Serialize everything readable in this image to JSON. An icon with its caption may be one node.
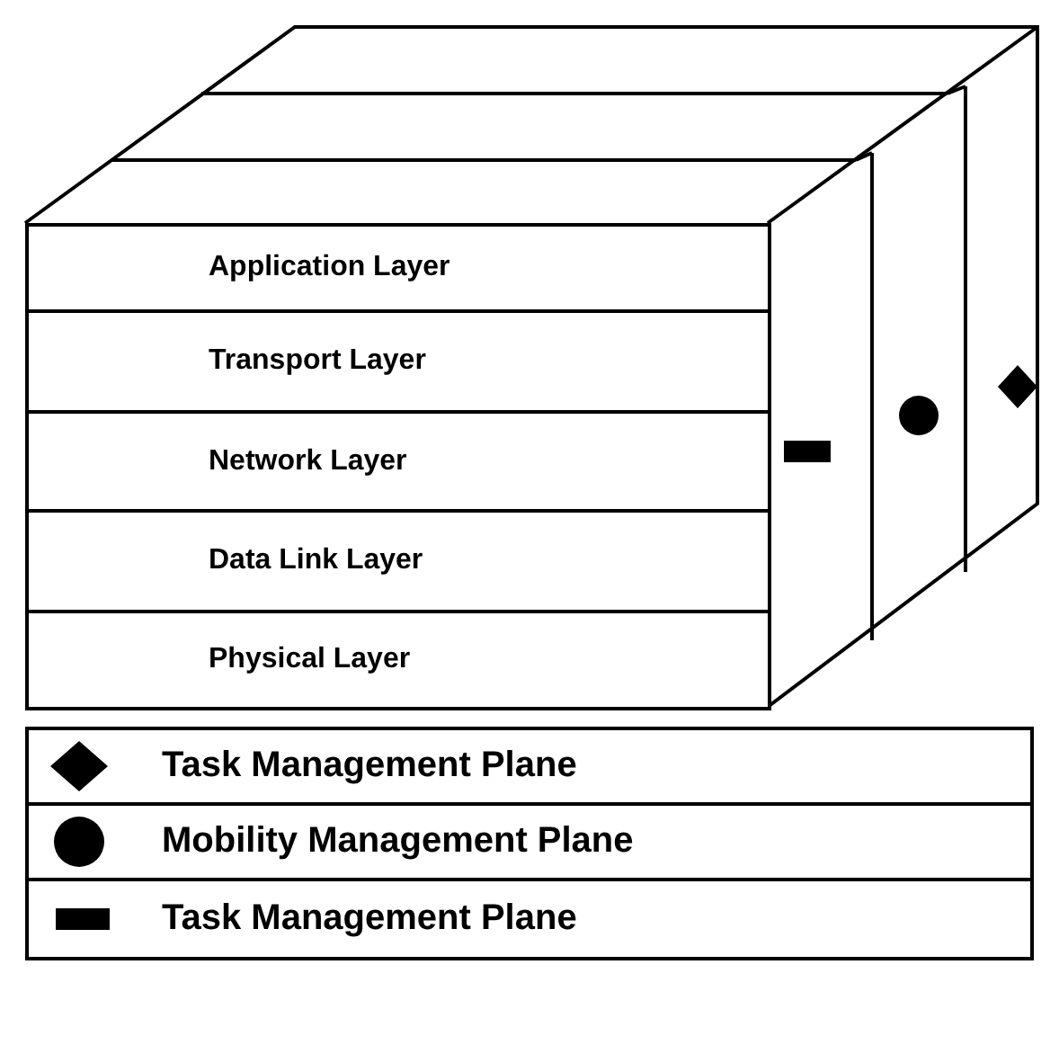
{
  "diagram": {
    "nodes": [
      {
        "text": [
          "Application Layer"
        ]
      },
      {
        "text": [
          "Transport Layer"
        ]
      },
      {
        "text": [
          "Network Layer"
        ]
      },
      {
        "text": [
          "Data Link Layer"
        ]
      },
      {
        "text": [
          "Physical Layer"
        ]
      }
    ],
    "legend": [
      {
        "text": "Task Management Plane"
      },
      {
        "text": "Mobility Management Plane"
      },
      {
        "text": "Task Management Plane"
      }
    ]
  }
}
